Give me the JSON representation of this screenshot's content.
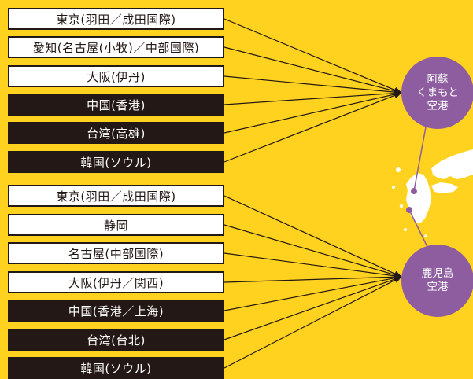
{
  "colors": {
    "background": "#FFD21F",
    "domestic_box": "#FFFFFF",
    "international_box": "#231815",
    "airport_circle": "#8E5DA0",
    "line": "#231815"
  },
  "airports": [
    {
      "id": "kumamoto",
      "lines": [
        "阿蘇",
        "くまもと",
        "空港"
      ]
    },
    {
      "id": "kagoshima",
      "lines": [
        "鹿児島",
        "空港"
      ]
    }
  ],
  "routes": {
    "kumamoto": [
      {
        "label": "東京(羽田／成田国際)",
        "type": "domestic"
      },
      {
        "label": "愛知(名古屋(小牧)／中部国際)",
        "type": "domestic"
      },
      {
        "label": "大阪(伊丹)",
        "type": "domestic"
      },
      {
        "label": "中国(香港)",
        "type": "international"
      },
      {
        "label": "台湾(高雄)",
        "type": "international"
      },
      {
        "label": "韓国(ソウル)",
        "type": "international"
      }
    ],
    "kagoshima": [
      {
        "label": "東京(羽田／成田国際)",
        "type": "domestic"
      },
      {
        "label": "静岡",
        "type": "domestic"
      },
      {
        "label": "名古屋(中部国際)",
        "type": "domestic"
      },
      {
        "label": "大阪(伊丹／関西)",
        "type": "domestic"
      },
      {
        "label": "中国(香港／上海)",
        "type": "international"
      },
      {
        "label": "台湾(台北)",
        "type": "international"
      },
      {
        "label": "韓国(ソウル)",
        "type": "international"
      }
    ]
  }
}
